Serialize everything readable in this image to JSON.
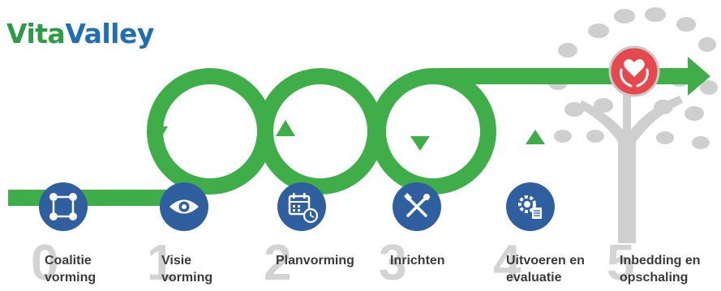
{
  "brand": {
    "logo_part1": "Vita",
    "logo_part2": "Valley"
  },
  "colors": {
    "arrow_green": "#3fae49",
    "step_blue": "#2f5f9e",
    "heart_red": "#e5484d",
    "tree_gray": "#cfcfcf",
    "number_gray": "#d3d3d3"
  },
  "steps": [
    {
      "number": "0",
      "line1": "Coalitie",
      "line2": "vorming",
      "icon": "network-icon"
    },
    {
      "number": "1",
      "line1": "Visie",
      "line2": "vorming",
      "icon": "eye-icon"
    },
    {
      "number": "2",
      "line1": "Planvorming",
      "line2": "",
      "icon": "calendar-clock-icon"
    },
    {
      "number": "3",
      "line1": "Inrichten",
      "line2": "",
      "icon": "tools-icon"
    },
    {
      "number": "4",
      "line1": "Uitvoeren en",
      "line2": "evaluatie",
      "icon": "gear-document-icon"
    },
    {
      "number": "5",
      "line1": "Inbedding en",
      "line2": "opschaling",
      "icon": "heart-hands-icon"
    }
  ]
}
